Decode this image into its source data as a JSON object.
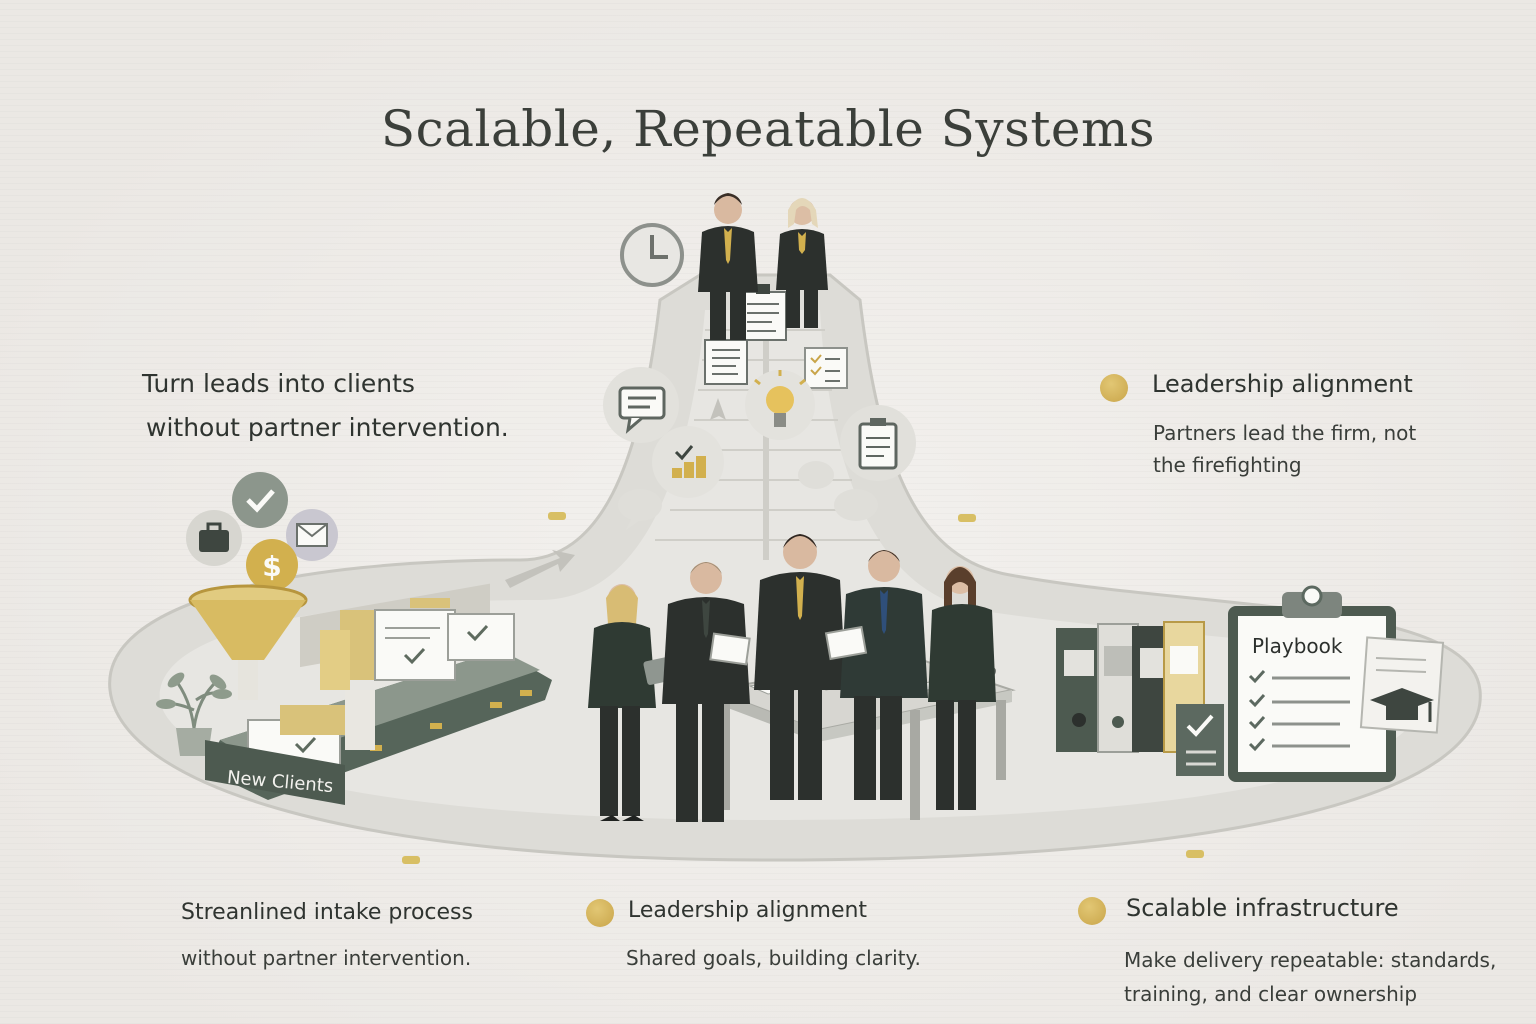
{
  "title": "Scalable, Repeatable Systems",
  "left_callout": {
    "line1": "Turn leads into clients",
    "line2": "without partner intervention."
  },
  "right_callout": {
    "heading": "Leadership alignment",
    "line1": "Partners lead the firm, not",
    "line2": "the firefighting"
  },
  "tray_label": "New Clients",
  "playbook_label": "Playbook",
  "bottom_items": [
    {
      "heading": "Streanlined intake process",
      "body": "without partner intervention."
    },
    {
      "heading": "Leadership alignment",
      "body": "Shared goals, building clarity."
    },
    {
      "heading": "Scalable infrastructure",
      "body1": "Make delivery repeatable: standards,",
      "body2": "training, and clear ownership"
    }
  ],
  "colors": {
    "gold": "#d2b04e",
    "dark_green": "#3f4a42",
    "suit": "#2c302d",
    "road": "#d9d8d3"
  },
  "icons": [
    "clock-icon",
    "chat-icon",
    "document-icon",
    "checklist-icon",
    "lightbulb-icon",
    "clipboard-icon",
    "chart-icon",
    "briefcase-icon",
    "check-icon",
    "envelope-icon",
    "dollar-icon",
    "funnel-icon",
    "plant-icon",
    "binder-icon",
    "graduation-cap-icon",
    "coffee-cup-icon"
  ]
}
